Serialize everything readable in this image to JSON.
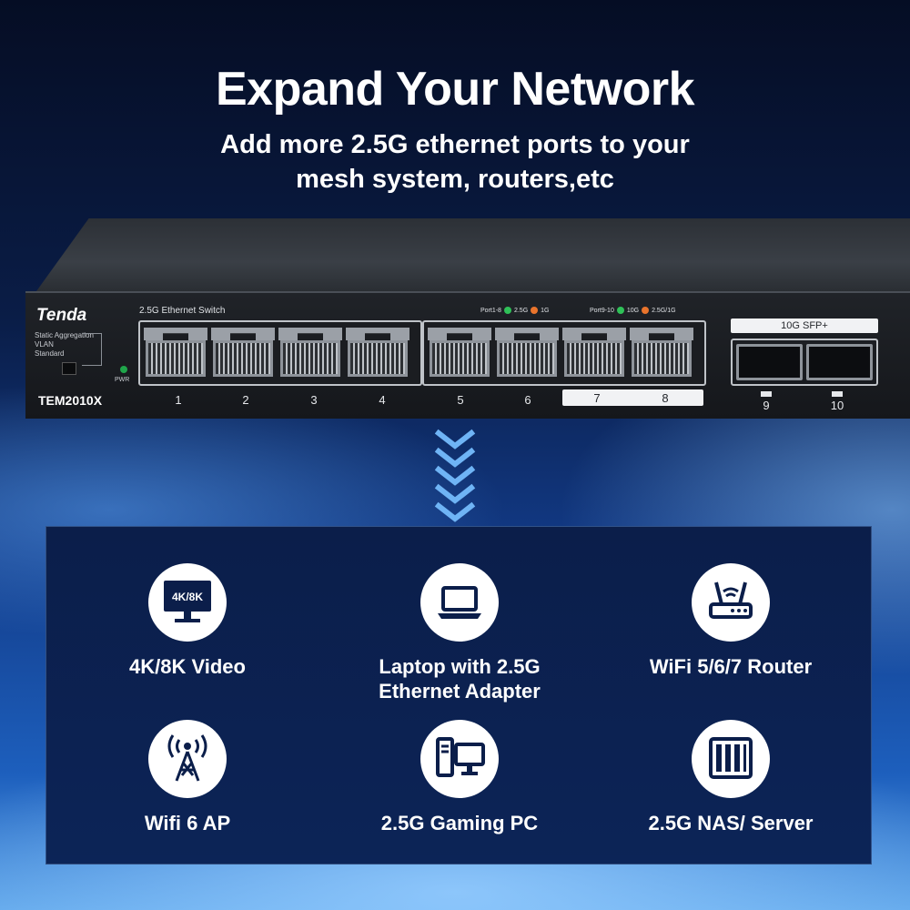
{
  "headline": "Expand Your Network",
  "subline": [
    "Add more 2.5G ethernet ports to your",
    "mesh system, routers,etc"
  ],
  "switch": {
    "brand": "Tenda",
    "model": "TEM2010X",
    "title": "2.5G Ethernet Switch",
    "mode_labels": [
      "Static Aggregation",
      "VLAN",
      "Standard"
    ],
    "power_label": "PWR",
    "legend_a": {
      "label": "Port1-8",
      "green": "2.5G",
      "orange": "1G"
    },
    "legend_b": {
      "label": "Port9-10",
      "green": "10G",
      "orange": "2.5G/1G"
    },
    "sfp_label": "10G SFP+",
    "port_numbers": [
      "1",
      "2",
      "3",
      "4",
      "5",
      "6",
      "7",
      "8",
      "9",
      "10"
    ]
  },
  "uses": [
    {
      "label": "4K/8K Video",
      "icon": "monitor-4k-8k-icon",
      "icon_text": "4K/8K"
    },
    {
      "label": "Laptop with 2.5G Ethernet Adapter",
      "icon": "laptop-icon"
    },
    {
      "label": "WiFi 5/6/7 Router",
      "icon": "router-icon"
    },
    {
      "label": "Wifi 6 AP",
      "icon": "wifi-antenna-icon"
    },
    {
      "label": "2.5G Gaming PC",
      "icon": "desktop-pc-icon"
    },
    {
      "label": "2.5G NAS/ Server",
      "icon": "nas-server-icon"
    }
  ],
  "colors": {
    "background": "#0a1d47",
    "panel": "#0b1e4a",
    "led_green": "#2fc158",
    "led_orange": "#e9742c",
    "chevron": "#6fb4f5"
  }
}
